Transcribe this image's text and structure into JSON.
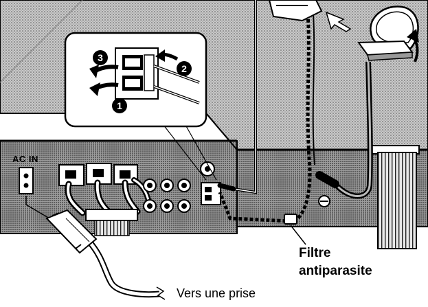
{
  "labels": {
    "ac_in": "AC IN",
    "filter_line1": "Filtre",
    "filter_line2": "antiparasite",
    "outlet": "Vers une prise"
  },
  "steps": [
    "1",
    "2",
    "3"
  ],
  "colors": {
    "ink": "#000000",
    "paper": "#ffffff",
    "panel_light": "#c6c6c6",
    "panel_mid": "#a9a9a9",
    "panel_dark": "#8e8e8e"
  }
}
